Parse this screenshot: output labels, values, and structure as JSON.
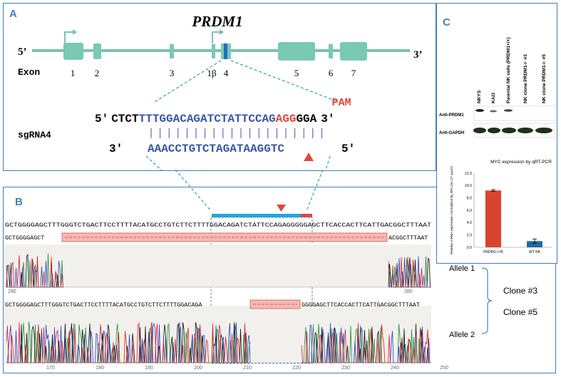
{
  "panelA": {
    "label": "A",
    "gene": "PRDM1",
    "five_prime": "5’",
    "three_prime": "3’",
    "exon_title": "Exon",
    "exons": [
      "1",
      "2",
      "3",
      "1β",
      "4",
      "5",
      "6",
      "7"
    ],
    "pam_label": "PAM",
    "seq_top_5": "5′",
    "seq_top_a": "CTCT",
    "seq_top_b": "TTTGGACAGATCTATTCCAG",
    "seq_top_c": "AGG",
    "seq_top_d": "GGA",
    "seq_top_3": "3′",
    "sgrna_label": "sgRNA4",
    "seq_bot_3": "3′",
    "seq_bot": "AAACCTGTCTAGATAAGGTC",
    "seq_bot_5": "5′"
  },
  "panelB": {
    "label": "B",
    "ref_seq": "GCTGGGGAGCTTTGGGTCTGACTTCCTTTTACATGCCTGTCTTCTTTTGGACAGATCTATTCCAGAGGGGGAGCTTCACCACTTCATTGACGGCTTTAAT",
    "allele1_left": "GCTGGGGAGCT",
    "allele1_right": "ACGGCTTTAAT",
    "allele2_left": "GCTGGGGAGCTTTGGGTCTGACTTCCTTTTACATGCCTGTCTTCTTTTGGACAGA",
    "allele2_right": "GGGGAGCTTCACCACTTCATTGACGGCTTTAAT",
    "top_ticks": [
      "290",
      "280"
    ],
    "bottom_ticks": [
      "170",
      "180",
      "190",
      "200",
      "210",
      "220",
      "230",
      "240",
      "250"
    ]
  },
  "legend": {
    "allele1": "Allele 1",
    "allele2": "Allele 2",
    "clone3": "Clone #3",
    "clone5": "Clone #5"
  },
  "panelC": {
    "label": "C",
    "lanes": [
      "NKYS",
      "KAI3",
      "Parental NK cells (PRDM1+/+)",
      "NK clone PRDM1-/- #3",
      "NK clone PRDM1-/- #5"
    ],
    "blot1": "Anti-PRDM1",
    "blot2": "Anti-GAPDH",
    "chart_data": {
      "type": "bar",
      "title": "MYC expression by qRT-PCR",
      "ylabel": "Relative mRNA expression normalized by RPL13A (2^-ΔΔCt)",
      "categories": [
        "PRDM1-/-#5",
        "WT NK"
      ],
      "values": [
        9.2,
        1.0
      ],
      "errors": [
        0.15,
        0.35
      ],
      "colors": [
        "#d9442f",
        "#1f6aa5"
      ],
      "ylim": [
        0,
        12
      ],
      "yticks": [
        "0.0",
        "2.0",
        "4.0",
        "6.0",
        "8.0",
        "10.0",
        "12.0"
      ]
    }
  }
}
